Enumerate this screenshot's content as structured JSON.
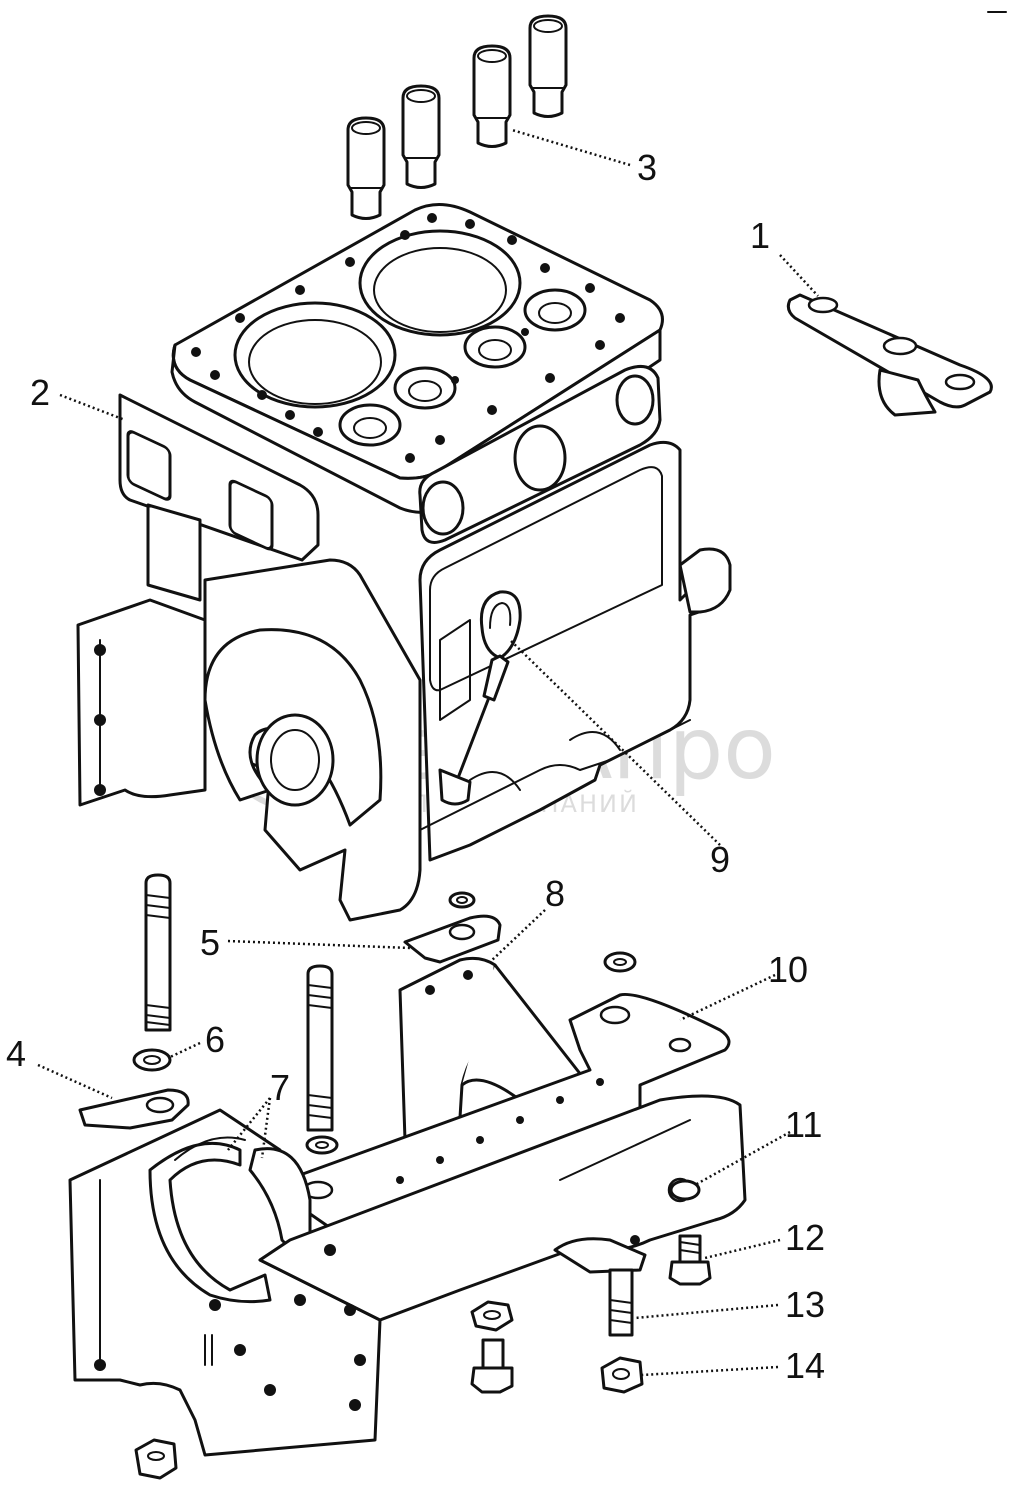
{
  "watermark": {
    "brand": "белаAпро",
    "tagline": "ГРУППА КОМПАНИЙ"
  },
  "callouts": [
    "1",
    "2",
    "3",
    "4",
    "5",
    "6",
    "7",
    "8",
    "9",
    "10",
    "11",
    "12",
    "13",
    "14"
  ]
}
